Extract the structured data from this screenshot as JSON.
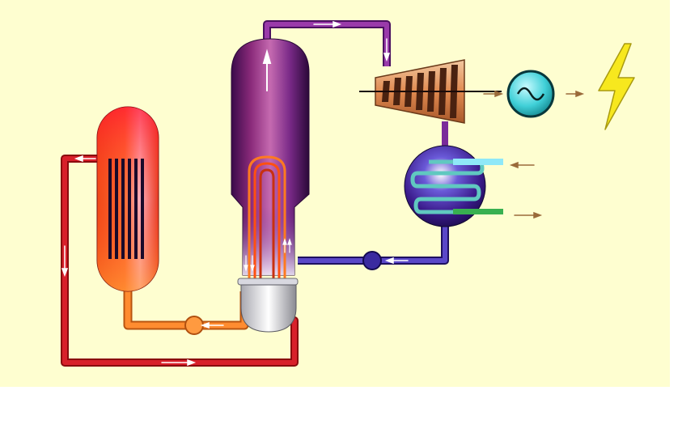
{
  "diagram": {
    "kind": "pressurized water reactor schematic",
    "labels": [],
    "colors": {
      "background": "#fefed0",
      "primary_loop": "#c0141a",
      "feed_loop": "#f07a18",
      "steam_line": "#7a2a9a",
      "condensate_line": "#3a2a9a",
      "cooling_in": "#8fe8f8",
      "cooling_out": "#38b050",
      "lightning": "#f7e81e"
    },
    "components": [
      {
        "id": "reactor-core",
        "icon": "reactor-vessel-icon"
      },
      {
        "id": "pressure-vessel",
        "icon": "tall-vessel-icon"
      },
      {
        "id": "steam-generator",
        "icon": "heat-exchanger-icon"
      },
      {
        "id": "turbine",
        "icon": "turbine-icon"
      },
      {
        "id": "generator",
        "icon": "sine-wave-icon"
      },
      {
        "id": "electricity",
        "icon": "lightning-bolt-icon"
      },
      {
        "id": "condenser",
        "icon": "condenser-coil-icon"
      },
      {
        "id": "feed-pump",
        "icon": "pump-icon"
      },
      {
        "id": "primary-pump",
        "icon": "pump-icon"
      }
    ]
  }
}
